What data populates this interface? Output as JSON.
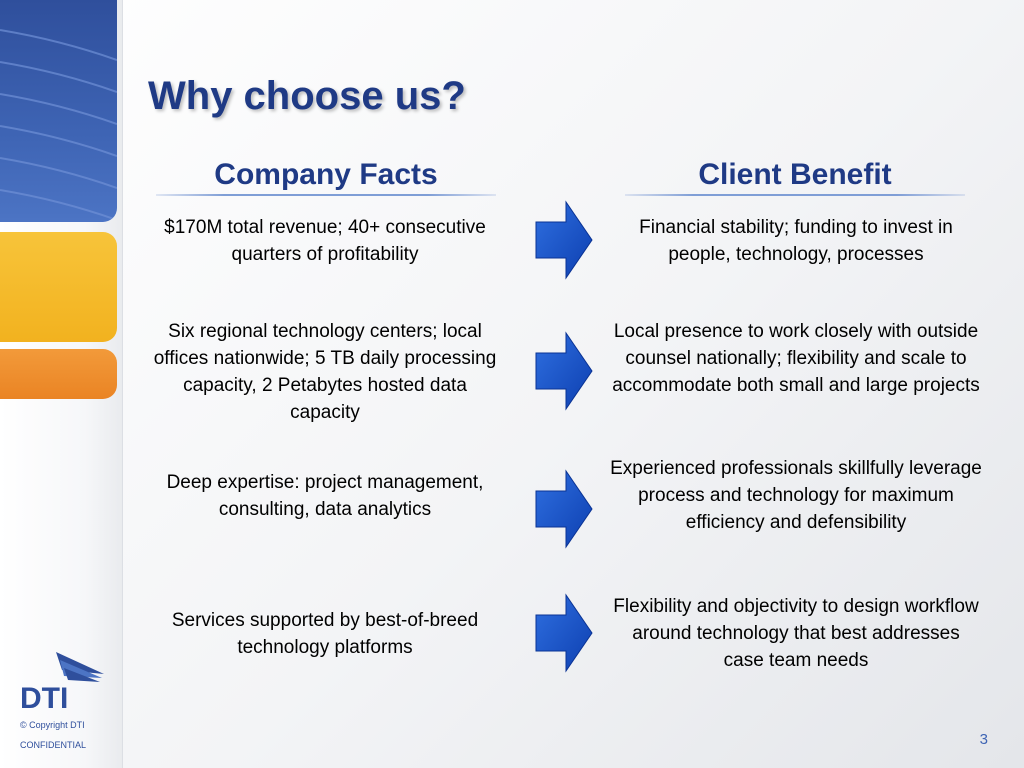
{
  "slide": {
    "title": "Why choose us?",
    "page_number": "3",
    "copyright": "© Copyright DTI",
    "confidential": "CONFIDENTIAL",
    "logo_text": "DTI"
  },
  "columns": {
    "facts_header": "Company Facts",
    "benefits_header": "Client Benefit"
  },
  "rows": [
    {
      "fact": "$170M total revenue; 40+ consecutive quarters of profitability",
      "benefit": "Financial stability;  funding to invest in people, technology, processes"
    },
    {
      "fact": "Six regional technology centers; local offices nationwide; 5 TB daily processing capacity, 2 Petabytes hosted data capacity",
      "benefit": "Local presence to work closely with outside counsel nationally; flexibility and scale to accommodate both small and large projects"
    },
    {
      "fact": "Deep expertise: project management, consulting, data analytics",
      "benefit": "Experienced professionals skillfully leverage process and technology for maximum efficiency and defensibility"
    },
    {
      "fact": "Services supported by best-of-breed technology platforms",
      "benefit": " Flexibility and objectivity to design workflow around technology that best addresses case team needs"
    }
  ],
  "colors": {
    "brand_blue": "#1f3a85",
    "accent_blue": "#3e64b4",
    "yellow": "#f2b21f",
    "orange": "#ea8424"
  },
  "icons": {
    "row_arrow": "right-arrow-icon",
    "logo": "dti-wing-logo"
  }
}
